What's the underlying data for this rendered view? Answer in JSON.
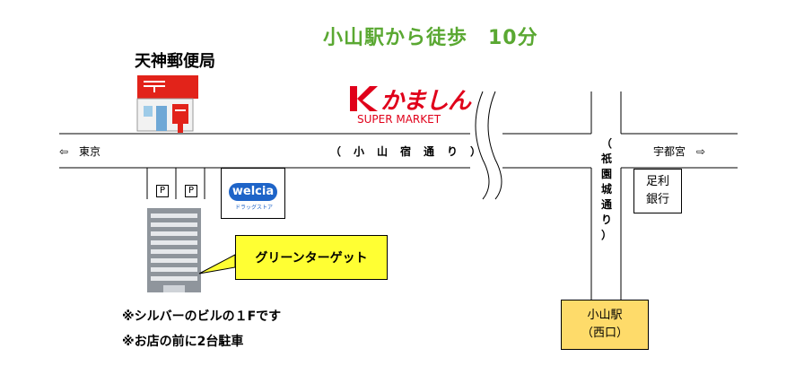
{
  "title": "小山駅から徒歩　10分",
  "landmarks": {
    "post_office": "天神郵便局",
    "supermarket_logo": "かましん",
    "supermarket_sub": "SUPER MARKET",
    "welcia_logo": "welcia",
    "welcia_sub": "ドラッグストア",
    "bank_line1": "足利",
    "bank_line2": "銀行",
    "target_label": "グリーンターゲット",
    "station_line1": "小山駅",
    "station_line2": "（西口）"
  },
  "roads": {
    "west_label": "⇦　東京",
    "east_label": "宇都宮　⇨",
    "main_road": "（小山宿通り）",
    "side_road_chars": [
      "（",
      "祇",
      "園",
      "城",
      "通",
      "り",
      "）"
    ]
  },
  "parking": [
    "P",
    "P"
  ],
  "notes": [
    "※シルバーのビルの１Fです",
    "※お店の前に2台駐車"
  ],
  "colors": {
    "title_green": "#5aa832",
    "target_yellow": "#ffff33",
    "station_orange": "#fedb6a",
    "kamashin_red": "#e0001a",
    "welcia_blue": "#1e64c8"
  }
}
